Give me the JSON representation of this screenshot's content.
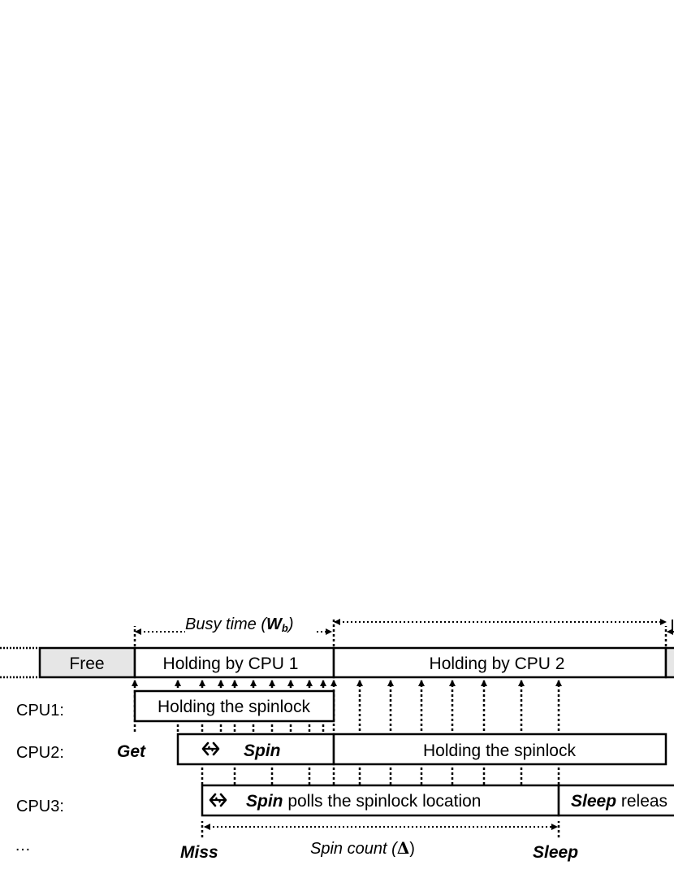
{
  "busy_time": {
    "text": "Busy time (",
    "symbol": "W",
    "subscript": "b",
    "close": ")"
  },
  "lock_state": {
    "free": "Free",
    "holding_cpu1": "Holding by  CPU 1",
    "holding_cpu2": "Holding by CPU 2"
  },
  "rows": {
    "cpu1": {
      "label": "CPU1:",
      "box": "Holding the spinlock"
    },
    "cpu2": {
      "label": "CPU2:",
      "event": "Get",
      "spin": "Spin",
      "box": "Holding the spinlock"
    },
    "cpu3": {
      "label": "CPU3:",
      "spin": "Spin",
      "spin_rest": " polls the spinlock location",
      "sleep": "Sleep",
      "sleep_rest": " releas"
    },
    "ellipsis": "…"
  },
  "bottom": {
    "miss": "Miss",
    "spin_count": "Spin count (",
    "delta": "Δ",
    "close": ")",
    "sleep": "Sleep"
  },
  "icons": {
    "spin": "spin-arrows-icon"
  },
  "colors": {
    "free_fill": "#e6e6e6",
    "stroke": "#000000"
  }
}
